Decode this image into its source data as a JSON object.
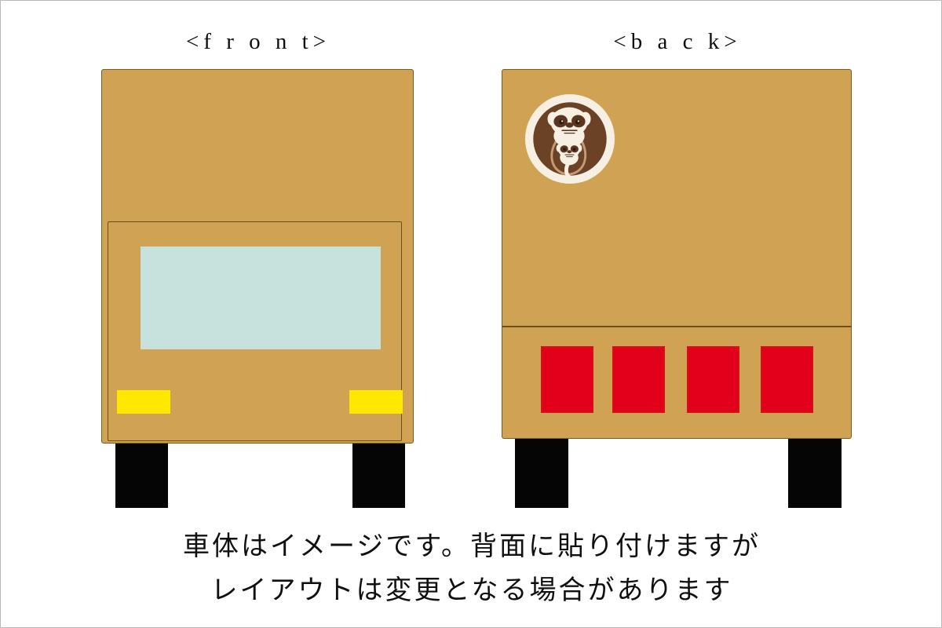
{
  "page": {
    "background_color": "#ffffff",
    "border_color": "#b9b9b9"
  },
  "views": [
    {
      "key": "front",
      "caption": "＜ｆｒｏｎｔ＞"
    },
    {
      "key": "back",
      "caption": "＜ｂａｃｋ＞"
    }
  ],
  "captions": {
    "front": "<f r o n t>",
    "back": "<b a c k>"
  },
  "truck": {
    "body_color": "#cfa353",
    "body_outline_color": "#7a5a1e",
    "windshield_color": "#c7e1dc",
    "headlight_color": "#ffe800",
    "taillight_color": "#e2001a",
    "wheel_color": "#050505"
  },
  "logo": {
    "name": "sloth-badge-logo",
    "ring_color": "#f6efe2",
    "disc_color": "#6b4226",
    "figure_color": "#f6efe2",
    "detail_color": "#5a3620",
    "description": "circular badge with parent sloth face and hanging baby sloth"
  },
  "note": {
    "line1": "車体はイメージです。背面に貼り付けますが",
    "line2": "レイアウトは変更となる場合があります"
  }
}
